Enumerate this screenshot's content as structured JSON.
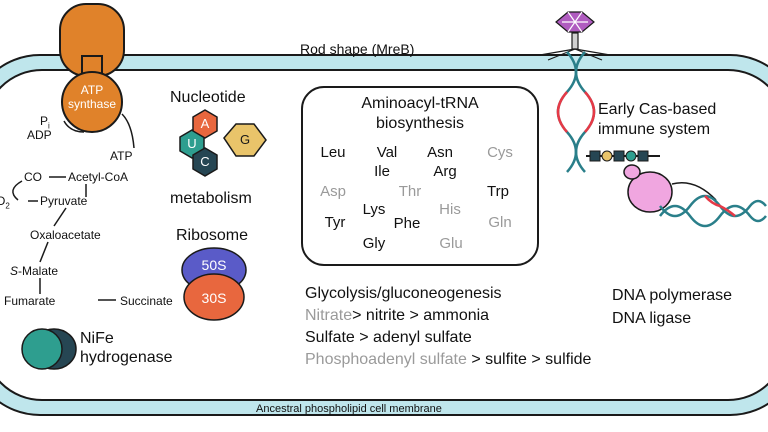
{
  "top_label": "Rod shape (MreB)",
  "membrane_label": "Ancestral phospholipid cell membrane",
  "atp_synthase": {
    "label_line1": "ATP",
    "label_line2": "synthase",
    "pi": "P",
    "pi_sub": "i",
    "adp": "ADP",
    "atp": "ATP"
  },
  "metabolic_pathway": {
    "co": "CO",
    "acetyl_coa": "Acetyl-CoA",
    "o2_left": "O",
    "o2_sub": "2",
    "pyruvate": "Pyruvate",
    "oxaloacetate": "Oxaloacetate",
    "s_malate_prefix": "S",
    "s_malate_rest": "-Malate",
    "fumarate": "Fumarate",
    "succinate": "Succinate"
  },
  "nucleotide": {
    "title": "Nucleotide",
    "subtitle": "metabolism",
    "bases": [
      "U",
      "A",
      "C",
      "G"
    ],
    "colors": {
      "U": "#2e9e8f",
      "A": "#e8673e",
      "C": "#264653",
      "G": "#e9c46a"
    }
  },
  "ribosome": {
    "title": "Ribosome",
    "large": "50S",
    "small": "30S",
    "colors": {
      "large": "#5a5bc8",
      "small": "#e8673e"
    }
  },
  "nife": {
    "line1": "NiFe",
    "line2": "hydrogenase",
    "colors": {
      "front": "#2e9e8f",
      "back": "#264653"
    }
  },
  "trna": {
    "title_line1": "Aminoacyl-tRNA",
    "title_line2": "biosynthesis",
    "amino_acids": [
      {
        "name": "Leu",
        "active": true
      },
      {
        "name": "Val",
        "active": true
      },
      {
        "name": "Asn",
        "active": true
      },
      {
        "name": "Cys",
        "active": false
      },
      {
        "name": "Ile",
        "active": true
      },
      {
        "name": "Arg",
        "active": true
      },
      {
        "name": "Asp",
        "active": false
      },
      {
        "name": "Thr",
        "active": false
      },
      {
        "name": "Trp",
        "active": true
      },
      {
        "name": "Lys",
        "active": true
      },
      {
        "name": "Tyr",
        "active": true
      },
      {
        "name": "Phe",
        "active": true
      },
      {
        "name": "His",
        "active": false
      },
      {
        "name": "Gln",
        "active": false
      },
      {
        "name": "Gly",
        "active": true
      },
      {
        "name": "Glu",
        "active": false
      }
    ]
  },
  "pathways": {
    "glycolysis": "Glycolysis/gluconeogenesis",
    "nitrate_gray": "Nitrate",
    "nitrate_rest": "> nitrite > ammonia",
    "sulfate": "Sulfate > adenyl sulfate",
    "phospho_gray": "Phosphoadenyl sulfate",
    "phospho_rest": " > sulfite > sulfide"
  },
  "dna": {
    "polymerase": "DNA polymerase",
    "ligase": "DNA ligase"
  },
  "cas": {
    "line1": "Early Cas-based",
    "line2": "immune system"
  },
  "colors": {
    "cell_fill": "#bfe6ec",
    "atp_orange": "#e0822a",
    "phage_purple": "#b05cc0",
    "dna_red": "#e63946",
    "dna_teal": "#2a7f8a",
    "cas_pink": "#f0a6e0",
    "inactive_gray": "#9a9a9a"
  }
}
